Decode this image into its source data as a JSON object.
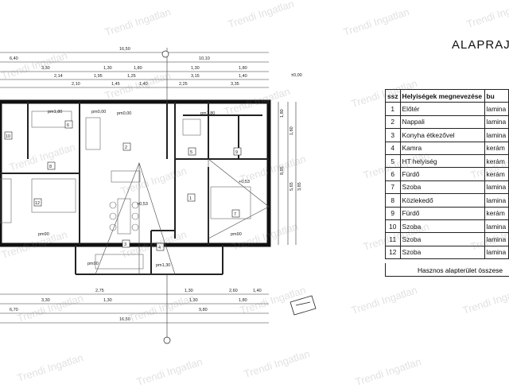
{
  "title": "ALAPRAJ",
  "table": {
    "headers": [
      "ssz",
      "Helyiségek megnevezése",
      "bu"
    ],
    "rows": [
      {
        "num": "1",
        "name": "Előtér",
        "finish": "lamina"
      },
      {
        "num": "2",
        "name": "Nappali",
        "finish": "lamina"
      },
      {
        "num": "3",
        "name": "Konyha étkezővel",
        "finish": "lamina"
      },
      {
        "num": "4",
        "name": "Kamra",
        "finish": "kerám"
      },
      {
        "num": "5",
        "name": "HT helyiség",
        "finish": "kerám"
      },
      {
        "num": "6",
        "name": "Fürdő",
        "finish": "kerám"
      },
      {
        "num": "7",
        "name": "Szoba",
        "finish": "lamina"
      },
      {
        "num": "8",
        "name": "Közlekedő",
        "finish": "lamina"
      },
      {
        "num": "9",
        "name": "Fürdő",
        "finish": "kerám"
      },
      {
        "num": "10",
        "name": "Szoba",
        "finish": "lamina"
      },
      {
        "num": "11",
        "name": "Szoba",
        "finish": "lamina"
      },
      {
        "num": "12",
        "name": "Szoba",
        "finish": "lamina"
      }
    ],
    "summary": "Hasznos alapterület összese"
  },
  "watermark": "Trendi Ingatlan",
  "plan": {
    "top_dims_row1": [
      "16,50"
    ],
    "top_dims_row2": [
      "6,40",
      "10,10"
    ],
    "top_dims_row3": [
      "3,30",
      "1,30",
      "1,80",
      "1,30",
      "1,80"
    ],
    "top_dims_row4": [
      "2,14",
      "1,95",
      "1,25",
      "3,15",
      "1,40"
    ],
    "top_dims_row5": [
      "2,10",
      "1,45",
      "1,40",
      "2,25",
      "3,35"
    ],
    "bottom_dims_row1": [
      "2,75",
      "1,30",
      "2,60",
      "1,40"
    ],
    "bottom_dims_row2": [
      "3,30",
      "1,30",
      "1,30",
      "1,80"
    ],
    "bottom_dims_row3": [
      "6,70",
      "9,80"
    ],
    "bottom_dims_row4": [
      "16,50"
    ],
    "level_top": "±0,00",
    "room_labels": [
      {
        "text": "pm1,80"
      },
      {
        "text": "pm0,00"
      },
      {
        "text": "pm0,00"
      },
      {
        "text": "pm1,80"
      },
      {
        "text": "+0,53"
      },
      {
        "text": "+0,53"
      },
      {
        "text": "pm1,30"
      },
      {
        "text": "pm90"
      },
      {
        "text": "pm90"
      },
      {
        "text": "pm90"
      }
    ],
    "room_numbers": [
      "2",
      "8",
      "12",
      "10",
      "3",
      "1",
      "7",
      "4",
      "9",
      "6",
      "5"
    ],
    "right_dims": [
      "8,95",
      "5,65",
      "3,85",
      "1,60",
      "1,80"
    ]
  }
}
